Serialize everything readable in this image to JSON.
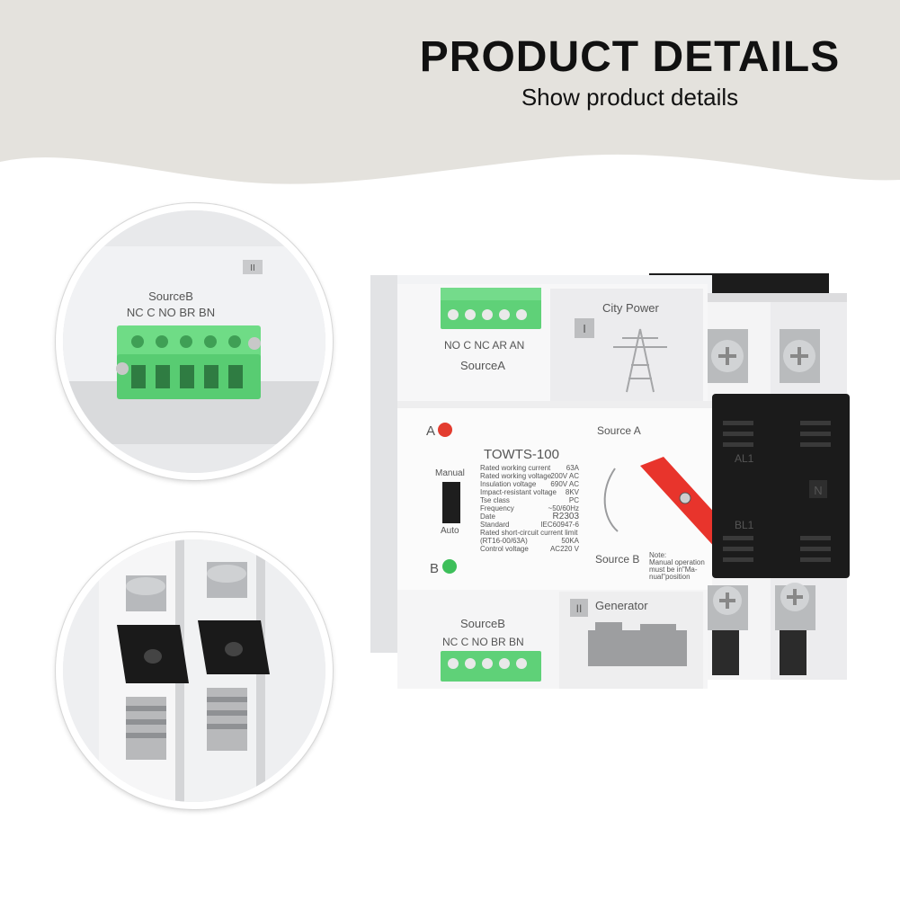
{
  "header": {
    "title": "PRODUCT DETAILS",
    "subtitle": "Show product details"
  },
  "zoom_top": {
    "source_label": "SourceB",
    "terminal_labels": "NC C NO BR BN",
    "badge": "II"
  },
  "device": {
    "top_badge": "I",
    "city_power": "City Power",
    "source_a_terminals": "NO C NC AR AN",
    "source_a": "SourceA",
    "indicator_a": "A",
    "indicator_b": "B",
    "model": "TOWTS-100",
    "manual": "Manual",
    "auto": "Auto",
    "switch_source_a": "Source A",
    "switch_source_b": "Source B",
    "note_line1": "Note:",
    "note_line2": "Manual operation",
    "note_line3": "must be in\"Ma-",
    "note_line4": "nual\"position",
    "spec_labels": [
      "Rated working current",
      "Rated working voltage",
      "Insulation voltage",
      "Impact-resistant voltage",
      "Tse class",
      "Frequency",
      "Date",
      "Standard",
      "Rated short-circuit current limit",
      "(RT16-00/63A)",
      "Control voltage"
    ],
    "spec_values": [
      "63A",
      "200V AC",
      "690V AC",
      "8KV",
      "PC",
      "~50/60Hz",
      "R2303",
      "IEC60947-6",
      "",
      "50KA",
      "AC220 V"
    ],
    "al1": "AL1",
    "bl1": "BL1",
    "n_label": "N",
    "bottom_badge": "II",
    "generator": "Generator",
    "source_b": "SourceB",
    "source_b_terminals": "NC C NO BR BN"
  },
  "colors": {
    "band": "#e4e2dd",
    "terminal_green": "#5fd178",
    "handle_red": "#e8342c",
    "body_white": "#f2f3f5",
    "black_panel": "#1b1b1b"
  }
}
